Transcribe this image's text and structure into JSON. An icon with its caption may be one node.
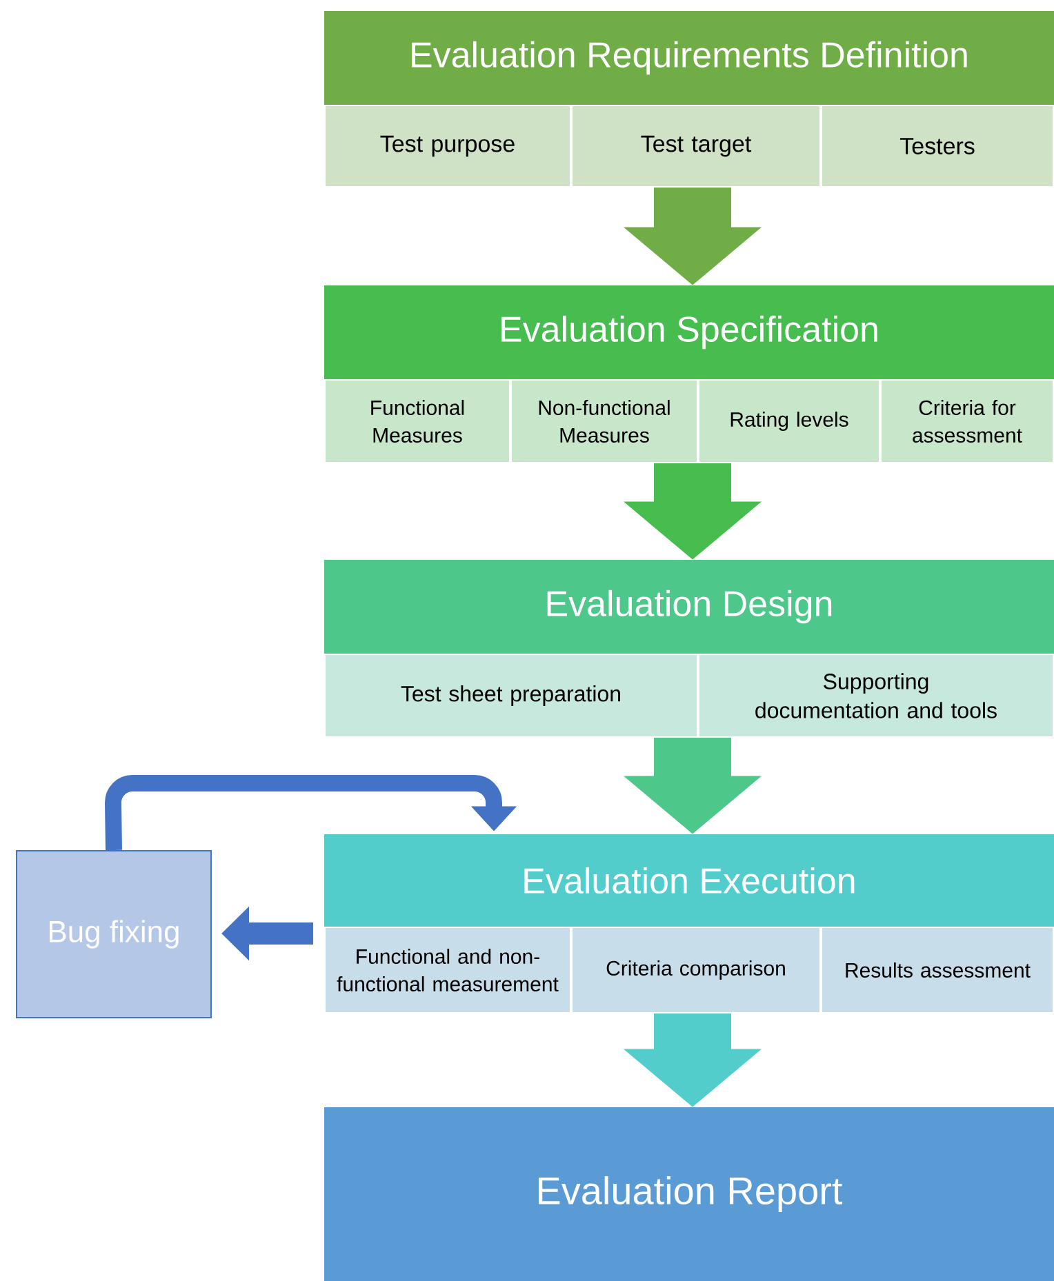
{
  "diagram": {
    "nodes": [
      {
        "text": [
          "Evaluation Requirements Definition"
        ]
      },
      {
        "text": [
          "Test purpose"
        ]
      },
      {
        "text": [
          "Test target"
        ]
      },
      {
        "text": [
          "Testers"
        ]
      },
      {
        "text": [
          "Evaluation Specification"
        ]
      },
      {
        "text": [
          "Functional Measures"
        ]
      },
      {
        "text": [
          "Non-functional Measures"
        ]
      },
      {
        "text": [
          "Rating levels"
        ]
      },
      {
        "text": [
          "Criteria for assessment"
        ]
      },
      {
        "text": [
          "Evaluation Design"
        ]
      },
      {
        "text": [
          "Test sheet preparation"
        ]
      },
      {
        "text": [
          "Supporting documentation and tools"
        ]
      },
      {
        "text": [
          "Evaluation Execution"
        ]
      },
      {
        "text": [
          "Functional and non-functional measurement"
        ]
      },
      {
        "text": [
          "Criteria comparison"
        ]
      },
      {
        "text": [
          "Results assessment"
        ]
      },
      {
        "text": [
          "Bug fixing"
        ]
      },
      {
        "text": [
          "Evaluation Report"
        ]
      }
    ],
    "edges": [
      {
        "from": 2,
        "to": 4,
        "arrow": "to",
        "color": "#70ad47"
      },
      {
        "from": 6,
        "to": 9,
        "arrow": "to",
        "color": "#46bd4e"
      },
      {
        "from": 10,
        "to": 12,
        "arrow": "to",
        "color": "#4ec78a"
      },
      {
        "from": 14,
        "to": 17,
        "arrow": "to",
        "color": "#52cdcc"
      },
      {
        "from": 13,
        "to": 16,
        "arrow": "to",
        "color": "#4472c4"
      },
      {
        "from": 16,
        "to": 12,
        "arrow": "to",
        "color": "#4472c4"
      }
    ]
  }
}
